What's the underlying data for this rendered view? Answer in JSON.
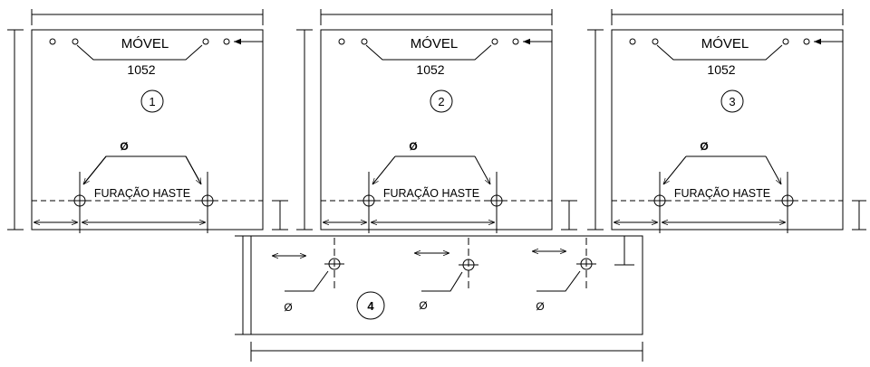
{
  "panels": [
    {
      "id": "panel-1",
      "title": "MÓVEL",
      "code": "1052",
      "number": "1",
      "phi": "Ø",
      "hole_label": "FURAÇÃO HASTE"
    },
    {
      "id": "panel-2",
      "title": "MÓVEL",
      "code": "1052",
      "number": "2",
      "phi": "Ø",
      "hole_label": "FURAÇÃO HASTE"
    },
    {
      "id": "panel-3",
      "title": "MÓVEL",
      "code": "1052",
      "number": "3",
      "phi": "Ø",
      "hole_label": "FURAÇÃO HASTE"
    }
  ],
  "bottom_panel": {
    "number": "4",
    "phi_labels": [
      "Ø",
      "Ø",
      "Ø"
    ]
  }
}
